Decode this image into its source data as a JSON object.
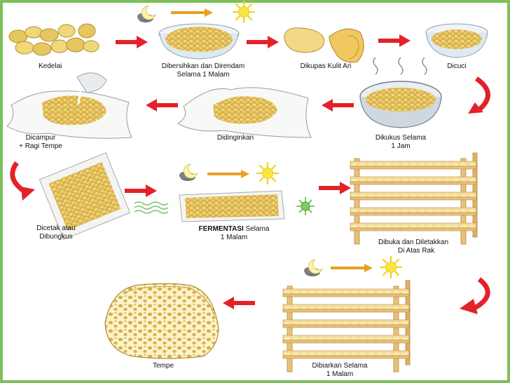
{
  "steps": {
    "kedelai": "Kedelai",
    "direndam_1": "Dibersihkan dan Direndam",
    "direndam_2": "Selama 1 Malam",
    "dikupas": "Dikupas Kulit Ari",
    "dicuci": "Dicuci",
    "dikukus_1": "Dikukus Selama",
    "dikukus_2": "1 Jam",
    "didinginkan": "Didinginkan",
    "dicampur_1": "Dicampur",
    "dicampur_2": "+ Ragi Tempe",
    "dicetak_1": "Dicetak atau",
    "dicetak_2": "Dibungkus",
    "fermentasi_bold": "FERMENTASI",
    "fermentasi_rest": " Selama",
    "fermentasi_2": "1 Malam",
    "dibuka_1": "Dibuka dan Diletakkan",
    "dibuka_2": "Di Atas Rak",
    "dibiarkan_1": "Dibiarkan Selama",
    "dibiarkan_2": "1 Malam",
    "tempe": "Tempe"
  },
  "colors": {
    "background": "#7dbf5a",
    "arrow_red": "#e32228",
    "arrow_orange": "#e8a020",
    "sun": "#f4e020",
    "soy": "#e2c25a",
    "wood": "#e8c078"
  },
  "icons": [
    "moon-cloud-icon",
    "sun-icon",
    "time-arrow-icon",
    "flow-arrow-icon",
    "mold-icon",
    "wave-icon"
  ]
}
